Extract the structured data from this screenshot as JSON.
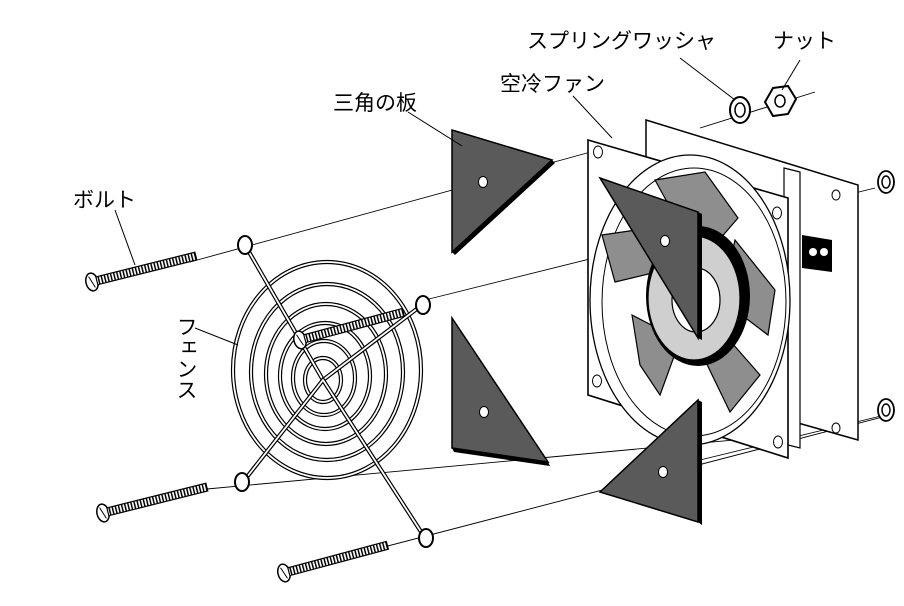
{
  "labels": {
    "spring_washer": "スプリングワッシャ",
    "nut": "ナット",
    "triangle_plate": "三角の板",
    "cooling_fan": "空冷ファン",
    "bolt": "ボルト",
    "fence": "フェンス"
  },
  "colors": {
    "plate_fill": "#5a5a5a",
    "blade_fill": "#8e8e8e",
    "outline": "#000000",
    "background": "#ffffff"
  }
}
